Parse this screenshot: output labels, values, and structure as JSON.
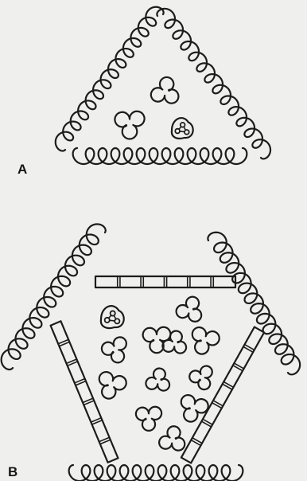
{
  "figure": {
    "background": "#efefed",
    "ink_color": "#1c1c1c",
    "panels": [
      {
        "label": "A",
        "shape": "triangle",
        "clover_count": 3,
        "ringed_clover_count": 1
      },
      {
        "label": "B",
        "shape": "trapezoid",
        "clover_count": 12,
        "ringed_clover_count": 1
      }
    ]
  }
}
